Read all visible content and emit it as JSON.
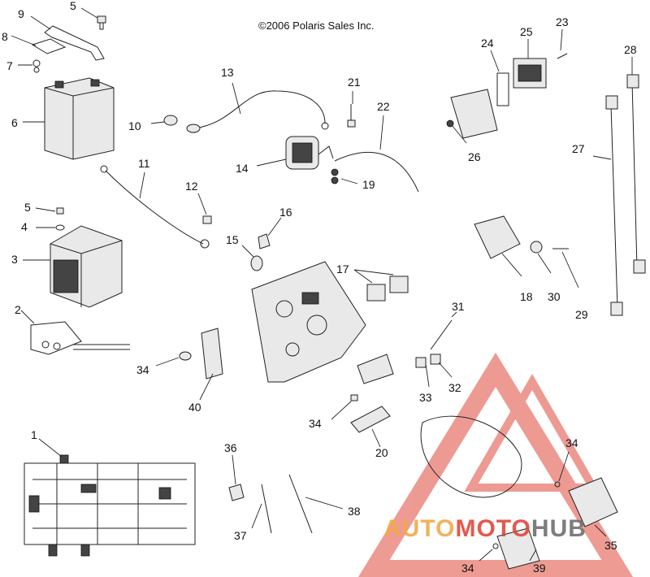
{
  "copyright": "©2006 Polaris Sales Inc.",
  "watermark": {
    "part1": "AUTO",
    "part2": "MOTO",
    "part3": "HUB",
    "color_orange": "#f2a94a",
    "color_red": "#e0483c",
    "color_gray": "#6f6f6f"
  },
  "callouts": {
    "n1": "1",
    "n2": "2",
    "n3": "3",
    "n4": "4",
    "n5a": "5",
    "n5b": "5",
    "n6": "6",
    "n7": "7",
    "n8": "8",
    "n9": "9",
    "n10": "10",
    "n11": "11",
    "n12": "12",
    "n13": "13",
    "n14": "14",
    "n15": "15",
    "n16": "16",
    "n17": "17",
    "n18": "18",
    "n19": "19",
    "n20": "20",
    "n21": "21",
    "n22": "22",
    "n23": "23",
    "n24": "24",
    "n25": "25",
    "n26": "26",
    "n27": "27",
    "n28": "28",
    "n29": "29",
    "n30": "30",
    "n31": "31",
    "n32": "32",
    "n33": "33",
    "n34a": "34",
    "n34b": "34",
    "n34c": "34",
    "n34d": "34",
    "n35": "35",
    "n36": "36",
    "n37": "37",
    "n38": "38",
    "n39": "39",
    "n40": "40"
  }
}
